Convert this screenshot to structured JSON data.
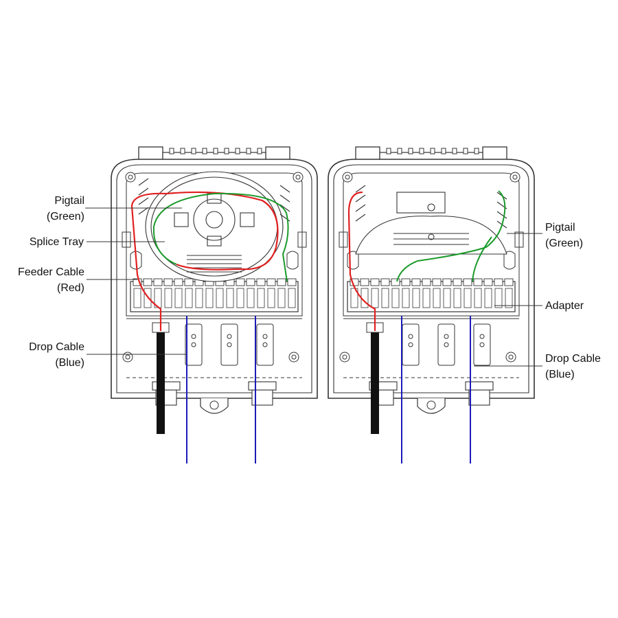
{
  "labels": {
    "left_pigtail": {
      "line1": "Pigtail",
      "line2": "(Green)"
    },
    "left_splice_tray": {
      "line1": "Splice Tray"
    },
    "left_feeder_cable": {
      "line1": "Feeder Cable",
      "line2": "(Red)"
    },
    "left_drop_cable": {
      "line1": "Drop Cable",
      "line2": "(Blue)"
    },
    "right_pigtail": {
      "line1": "Pigtail",
      "line2": "(Green)"
    },
    "right_adapter": {
      "line1": "Adapter"
    },
    "right_drop_cable": {
      "line1": "Drop Cable",
      "line2": "(Blue)"
    }
  },
  "colors": {
    "outline": "#333333",
    "feeder_red": "#e02020",
    "pigtail_green": "#1a9a2a",
    "drop_blue": "#1a1ab8",
    "cable_black": "#111111"
  }
}
